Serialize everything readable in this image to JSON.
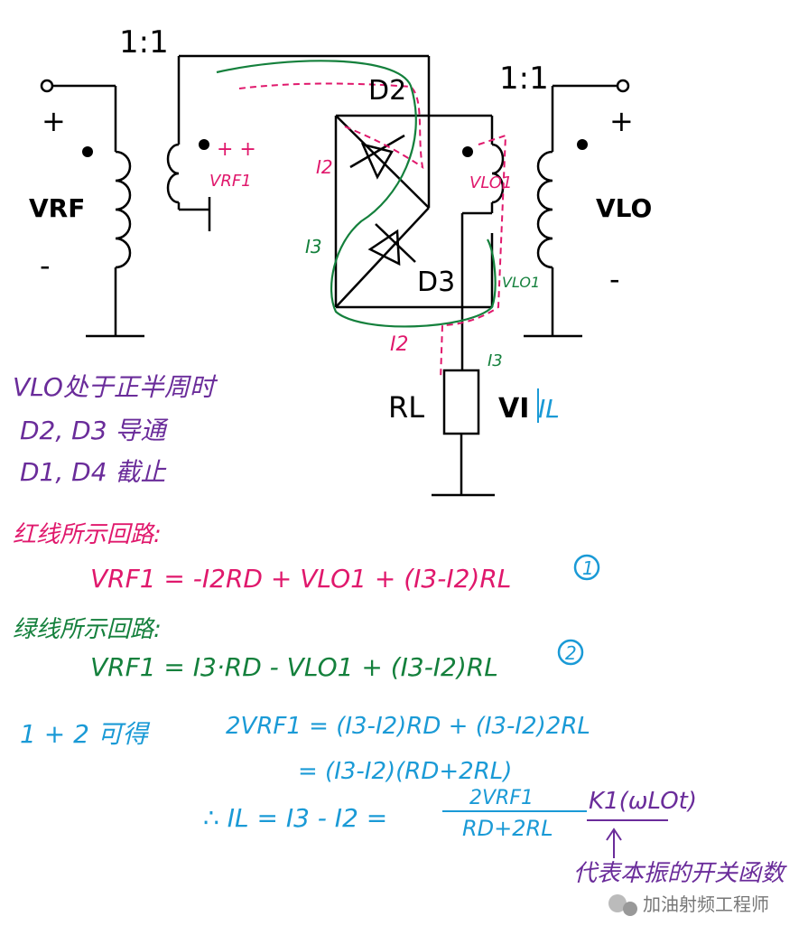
{
  "circuit": {
    "ratio_left": "1:1",
    "ratio_right": "1:1",
    "vrf_plus": "+",
    "vrf_minus": "-",
    "vrf_label": "VRF",
    "vlo_plus": "+",
    "vlo_minus": "-",
    "vlo_label": "VLO",
    "d2_label": "D2",
    "d3_label": "D3",
    "rl_label": "RL",
    "vi_label": "VI"
  },
  "annotations": {
    "vrf1_label": "VRF1",
    "vlo1_top_label": "VLO1",
    "vlo1_bottom_label": "VLO1",
    "i2_top": "I2",
    "i2_bottom": "I2",
    "i3_left": "I3",
    "i3_bottom": "I3",
    "il_label": "IL",
    "plus_marks": "+ +"
  },
  "notes": {
    "line1": "VLO处于正半周时",
    "line2": "D2, D3 导通",
    "line3": "D1, D4 截止",
    "red_title": "红线所示回路:",
    "red_eq": "VRF1 = -I2RD + VLO1 + (I3-I2)RL",
    "red_num": "1",
    "green_title": "绿线所示回路:",
    "green_eq": "VRF1 = I3·RD - VLO1 + (I3-I2)RL",
    "green_num": "2",
    "sum_label": "1 + 2 可得",
    "sum_eq1": "2VRF1 = (I3-I2)RD + (I3-I2)2RL",
    "sum_eq2": "= (I3-I2)(RD+2RL)",
    "sum_therefore": "∴ IL = I3 - I2 =",
    "frac_num": "2VRF1",
    "frac_den": "RD+2RL",
    "k1_label": "K1(ωLOt)",
    "k1_note": "代表本振的开关函数"
  },
  "watermark": "加油射频工程师",
  "colors": {
    "black": "#000000",
    "pink": "#e0186c",
    "green": "#14803c",
    "purple": "#6a2c9a",
    "cyan": "#1a9ad6"
  }
}
